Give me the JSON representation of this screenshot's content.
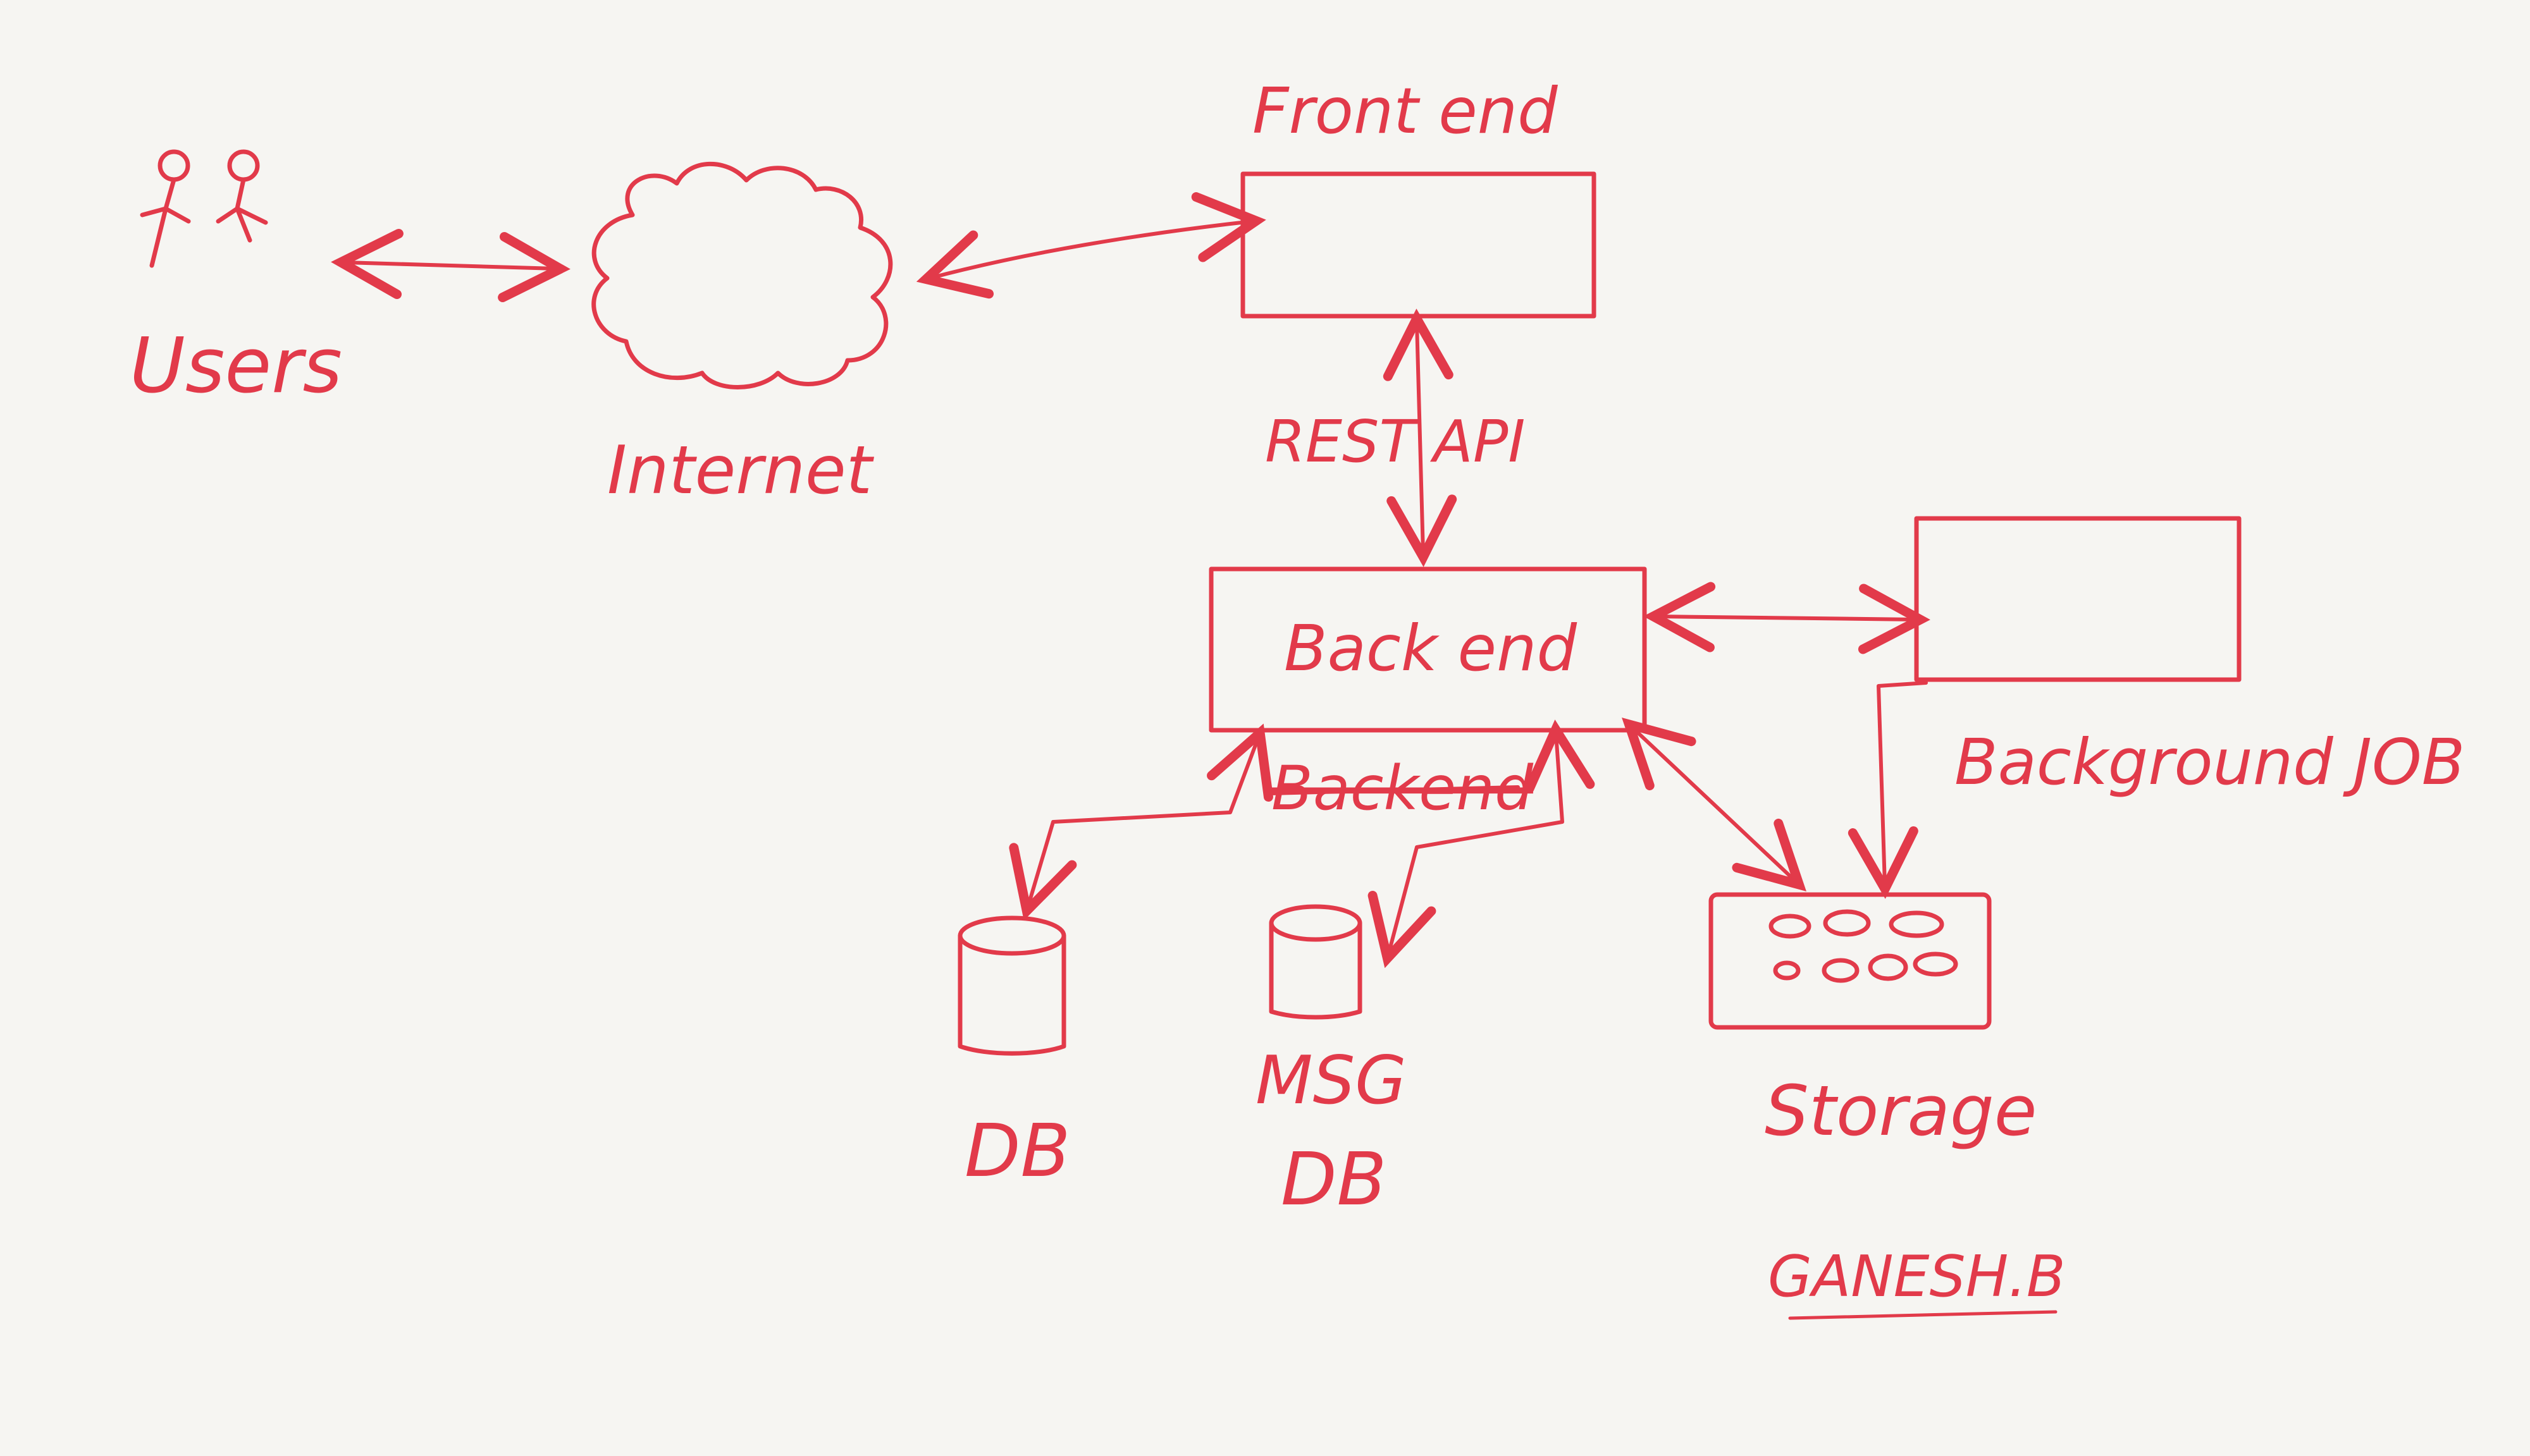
{
  "colors": {
    "paper": "#f6f5f2",
    "ink": "#e23a4a"
  },
  "labels": {
    "users": "Users",
    "internet": "Internet",
    "frontend": "Front end",
    "rest_api": "REST API",
    "backend": "Back end",
    "backend_struck": "Backend",
    "background_job": "Background JOB",
    "db": "DB",
    "msg_db_line1": "MSG",
    "msg_db_line2": "DB",
    "storage": "Storage",
    "author": "GANESH.B"
  },
  "icons": {
    "users": "user-stick-figure-icon",
    "internet": "cloud-icon",
    "db": "database-cylinder-icon",
    "msg_db": "database-cylinder-icon",
    "storage": "storage-array-icon"
  }
}
